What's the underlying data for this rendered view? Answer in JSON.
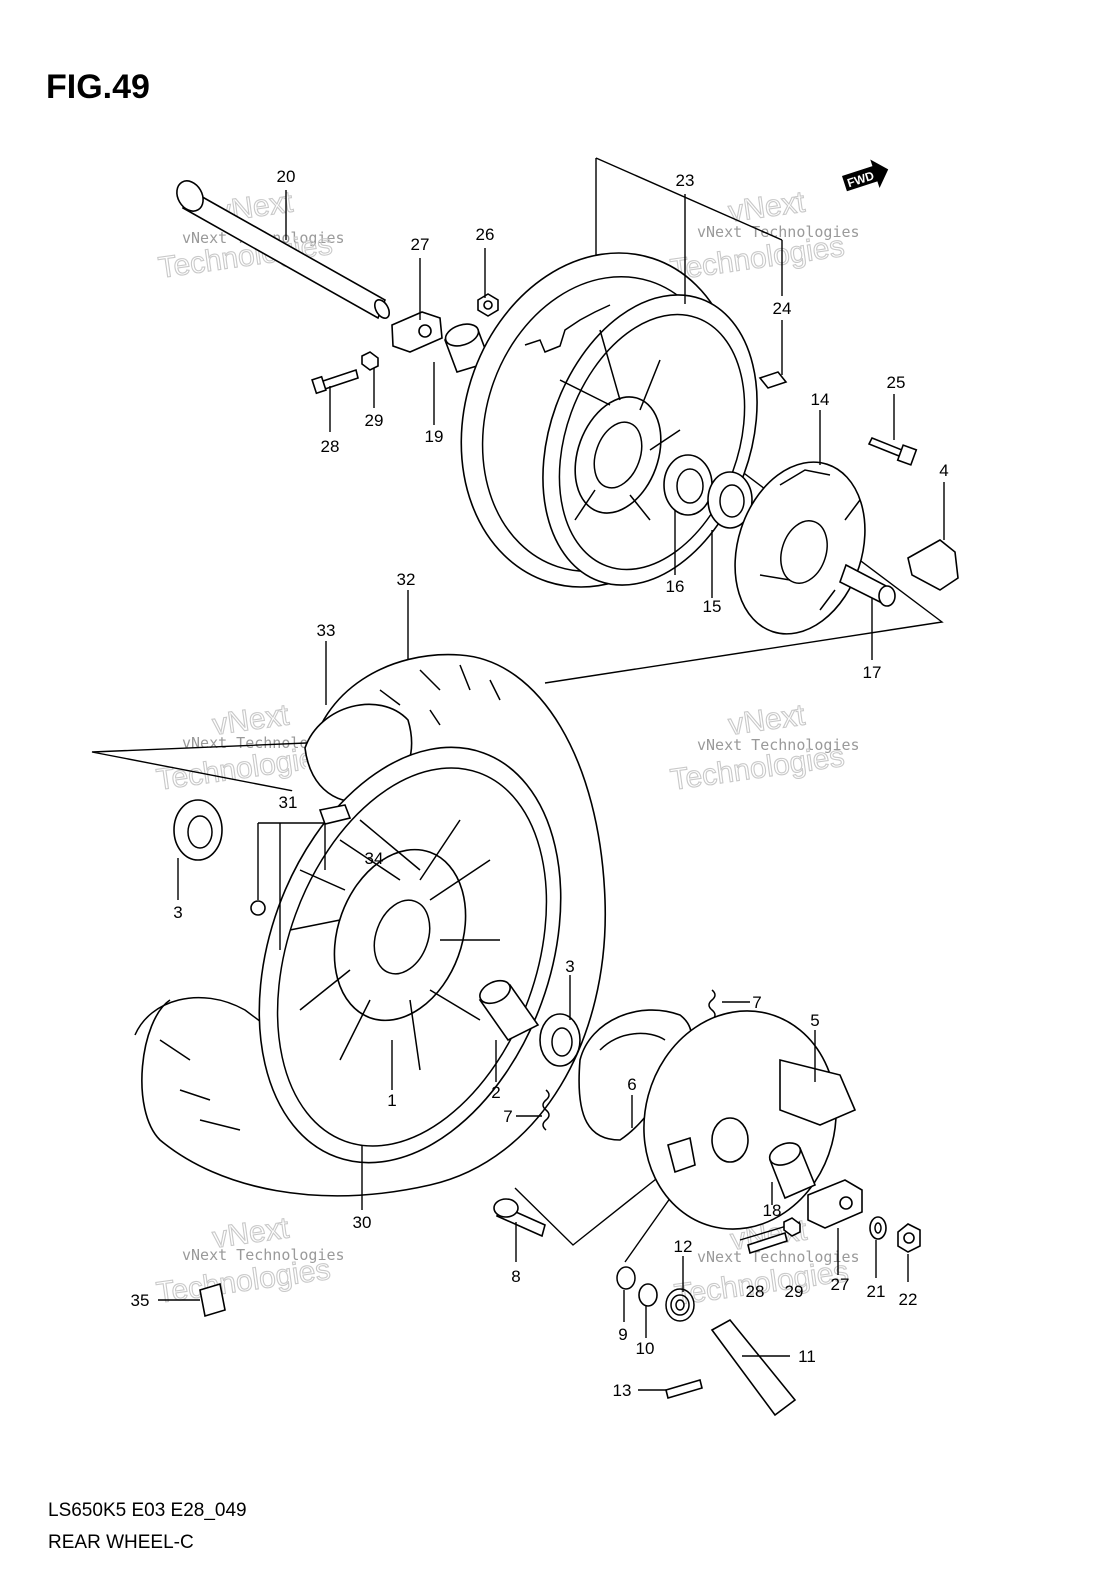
{
  "figure": {
    "title": "FIG.49",
    "fwd_label": "FWD",
    "model_code": "LS650K5 E03 E28_049",
    "section_name": "REAR WHEEL-C"
  },
  "watermark": {
    "line1": "vNext Technologies",
    "line2": "vNext",
    "line3": "Technologies"
  },
  "callouts": [
    {
      "id": "20",
      "label": "20"
    },
    {
      "id": "27a",
      "label": "27"
    },
    {
      "id": "26",
      "label": "26"
    },
    {
      "id": "23",
      "label": "23"
    },
    {
      "id": "24",
      "label": "24"
    },
    {
      "id": "25",
      "label": "25"
    },
    {
      "id": "14",
      "label": "14"
    },
    {
      "id": "4",
      "label": "4"
    },
    {
      "id": "28a",
      "label": "28"
    },
    {
      "id": "29a",
      "label": "29"
    },
    {
      "id": "19",
      "label": "19"
    },
    {
      "id": "16",
      "label": "16"
    },
    {
      "id": "15",
      "label": "15"
    },
    {
      "id": "17",
      "label": "17"
    },
    {
      "id": "32",
      "label": "32"
    },
    {
      "id": "33",
      "label": "33"
    },
    {
      "id": "31",
      "label": "31"
    },
    {
      "id": "34",
      "label": "34"
    },
    {
      "id": "3a",
      "label": "3"
    },
    {
      "id": "3b",
      "label": "3"
    },
    {
      "id": "7a",
      "label": "7"
    },
    {
      "id": "5",
      "label": "5"
    },
    {
      "id": "6",
      "label": "6"
    },
    {
      "id": "2",
      "label": "2"
    },
    {
      "id": "1",
      "label": "1"
    },
    {
      "id": "7b",
      "label": "7"
    },
    {
      "id": "30",
      "label": "30"
    },
    {
      "id": "18",
      "label": "18"
    },
    {
      "id": "8",
      "label": "8"
    },
    {
      "id": "12",
      "label": "12"
    },
    {
      "id": "28b",
      "label": "28"
    },
    {
      "id": "29b",
      "label": "29"
    },
    {
      "id": "27b",
      "label": "27"
    },
    {
      "id": "21",
      "label": "21"
    },
    {
      "id": "22",
      "label": "22"
    },
    {
      "id": "35",
      "label": "35"
    },
    {
      "id": "9",
      "label": "9"
    },
    {
      "id": "10",
      "label": "10"
    },
    {
      "id": "11",
      "label": "11"
    },
    {
      "id": "13",
      "label": "13"
    }
  ]
}
